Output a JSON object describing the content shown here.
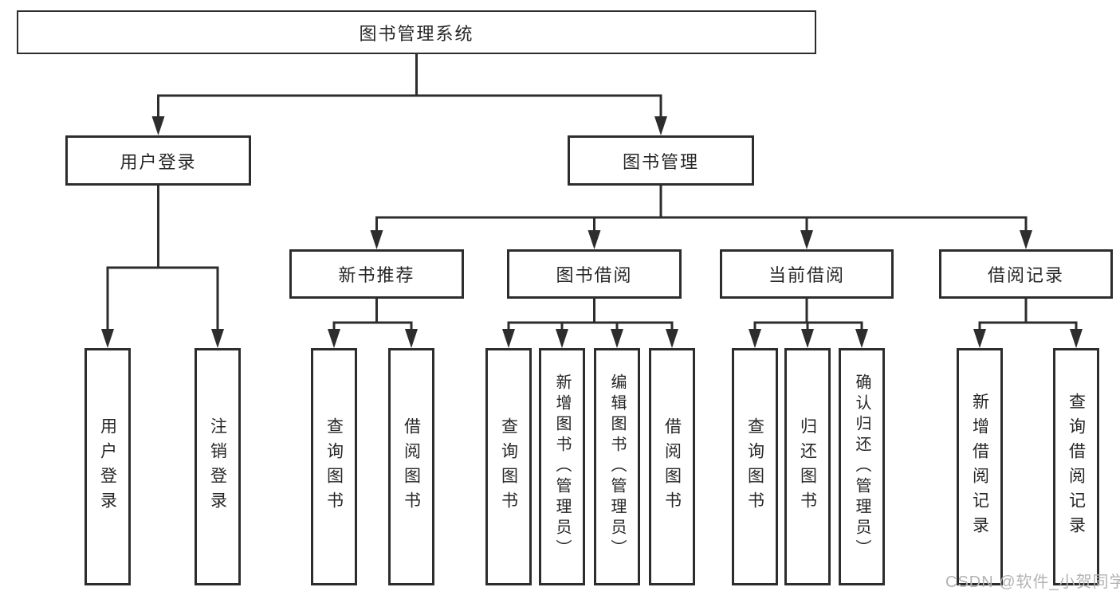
{
  "diagram_title": "图书管理系统",
  "tree": {
    "root": {
      "label": "图书管理系统",
      "children": [
        {
          "label": "用户登录",
          "children": [
            {
              "label": "用户登录"
            },
            {
              "label": "注销登录"
            }
          ]
        },
        {
          "label": "图书管理",
          "children": [
            {
              "label": "新书推荐",
              "children": [
                {
                  "label": "查询图书"
                },
                {
                  "label": "借阅图书"
                }
              ]
            },
            {
              "label": "图书借阅",
              "children": [
                {
                  "label": "查询图书"
                },
                {
                  "label": "新增图书（管理员）"
                },
                {
                  "label": "编辑图书（管理员）"
                },
                {
                  "label": "借阅图书"
                }
              ]
            },
            {
              "label": "当前借阅",
              "children": [
                {
                  "label": "查询图书"
                },
                {
                  "label": "归还图书"
                },
                {
                  "label": "确认归还（管理员）"
                }
              ]
            },
            {
              "label": "借阅记录",
              "children": [
                {
                  "label": "新增借阅记录"
                },
                {
                  "label": "查询借阅记录"
                }
              ]
            }
          ]
        }
      ]
    }
  },
  "watermark": {
    "text": "CSDN @软件_小贺同学"
  },
  "colors": {
    "line": "#2d2d2d",
    "box_border": "#2d2d2d",
    "box_fill": "#ffffff",
    "text": "#262626",
    "watermark": "#b3b3b3",
    "background": "#ffffff"
  }
}
